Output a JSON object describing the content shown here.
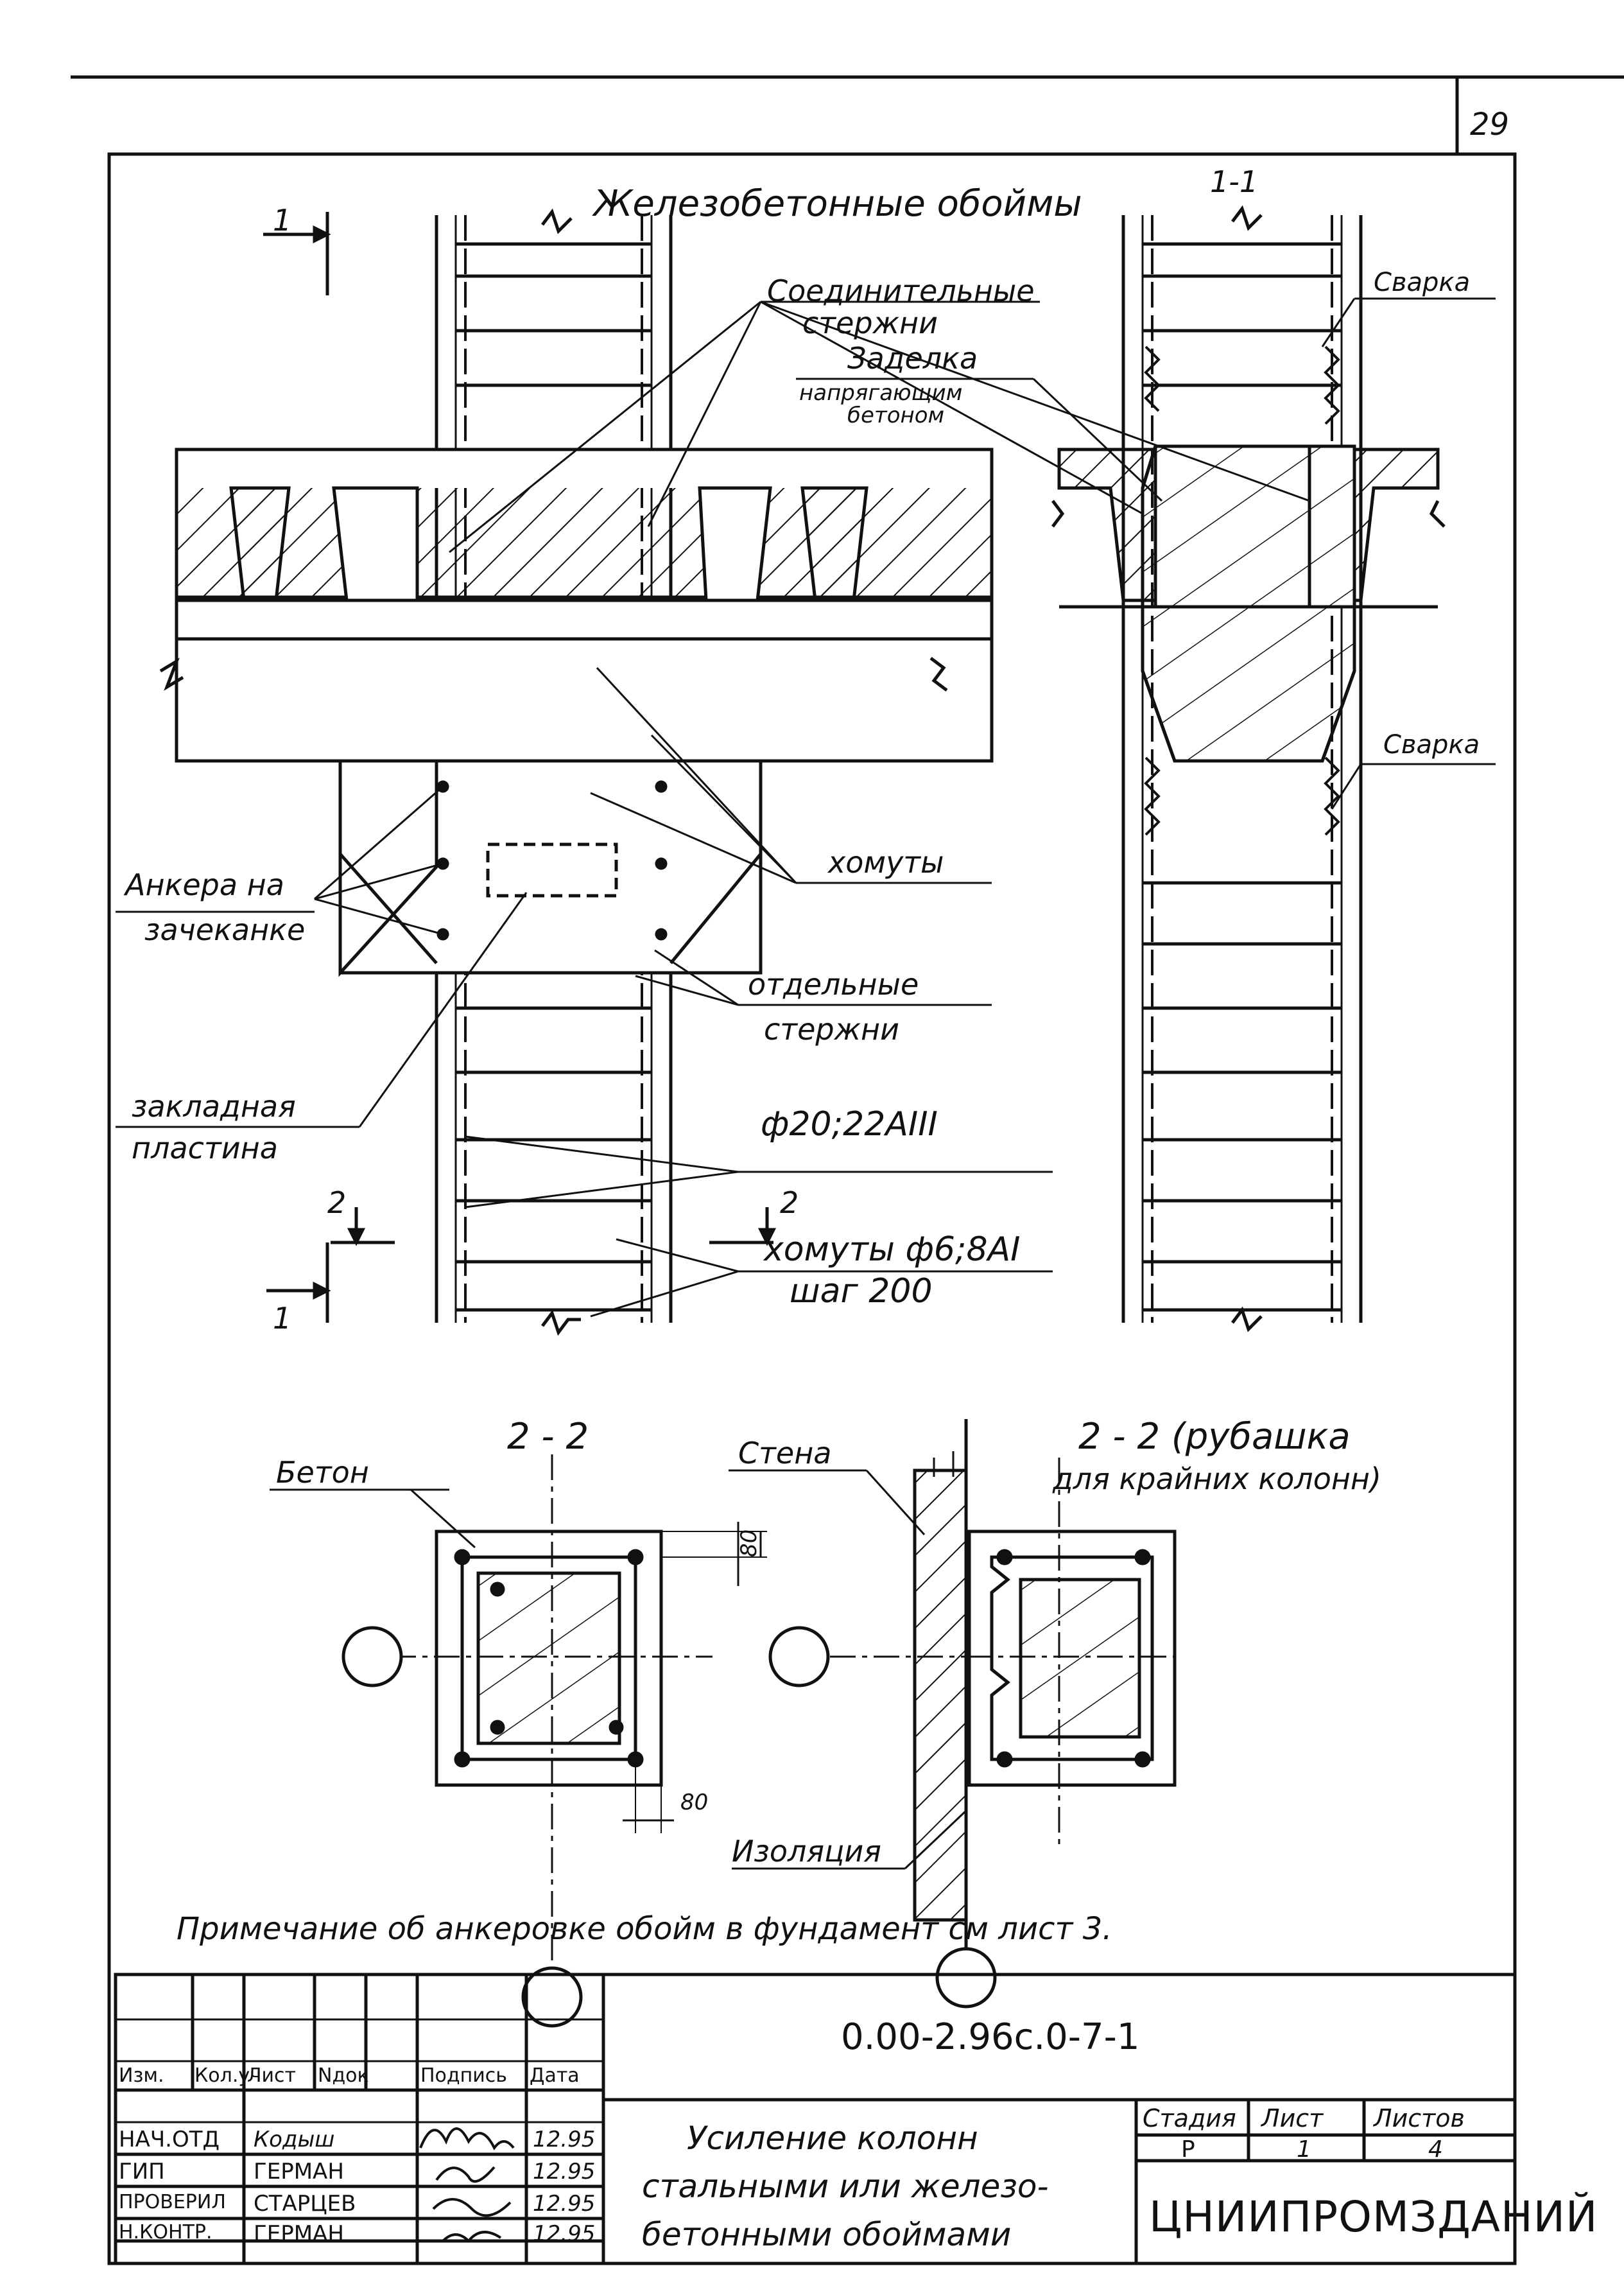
{
  "page_number": "29",
  "main_title": "Железобетонные обоймы",
  "section_marks": {
    "cut_1_top": "1",
    "cut_1_bottom": "1",
    "cut_2_left": "2",
    "cut_2_right": "2",
    "section_1_1": "1-1",
    "section_2_2": "2 - 2",
    "section_2_2_alt_line1": "2 - 2 (рубашка",
    "section_2_2_alt_line2": "для крайних колонн)"
  },
  "labels": {
    "connecting_rods_1": "Соединительные",
    "connecting_rods_2": "стержни",
    "sealing_1": "Заделка",
    "sealing_2": "напрягающим",
    "sealing_3": "бетоном",
    "welding_top": "Сварка",
    "welding_bottom": "Сварка",
    "anchors_1": "Анкера на",
    "anchors_2": "зачеканке",
    "clamps": "хомуты",
    "separate_rods_1": "отдельные",
    "separate_rods_2": "стержни",
    "embedded_plate_1": "закладная",
    "embedded_plate_2": "пластина",
    "rebar": "ф20;22АIII",
    "clamps_spec_1": "хомуты ф6;8АI",
    "clamps_spec_2": "шаг 200",
    "concrete": "Бетон",
    "wall": "Стена",
    "insulation": "Изоляция",
    "dim_80_a": "80",
    "dim_80_b": "80"
  },
  "note": "Примечание об анкеровке обойм в фундамент см лист 3.",
  "title_block": {
    "doc_code": "0.00-2.96с.0-7-1",
    "headers": [
      "Изм.",
      "Кол.уч",
      "Лист",
      "Nдок",
      "Подпись",
      "Дата"
    ],
    "signers": [
      {
        "role": "НАЧ.ОТД",
        "name": "Кодыш",
        "date": "12.95"
      },
      {
        "role": "ГИП",
        "name": "ГЕРМАН",
        "date": "12.95"
      },
      {
        "role": "ПРОВЕРИЛ",
        "name": "СТАРЦЕВ",
        "date": "12.95"
      },
      {
        "role": "Н.КОНТР.",
        "name": "ГЕРМАН",
        "date": "12.95"
      }
    ],
    "drawing_title_1": "Усиление колонн",
    "drawing_title_2": "стальными или железо-",
    "drawing_title_3": "бетонными обоймами",
    "stage_label": "Стадия",
    "sheet_label": "Лист",
    "sheets_label": "Листов",
    "stage": "Р",
    "sheet": "1",
    "sheets": "4",
    "organization": "ЦНИИПРОМЗДАНИЙ"
  }
}
